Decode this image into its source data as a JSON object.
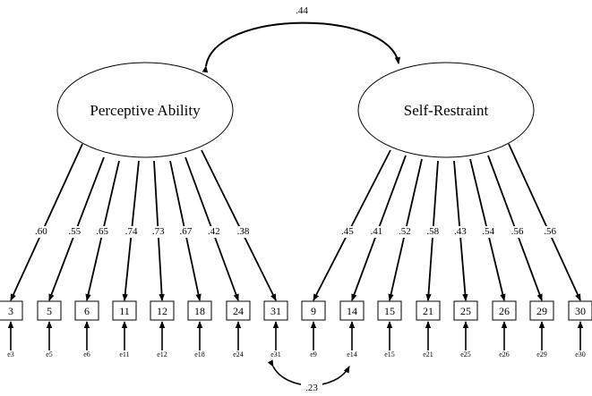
{
  "factor_correlation": ".44",
  "error_correlation": ".23",
  "factors": [
    {
      "name": "Perceptive Ability",
      "items": [
        {
          "label": "3",
          "loading": ".60",
          "error": "e3"
        },
        {
          "label": "5",
          "loading": ".55",
          "error": "e5"
        },
        {
          "label": "6",
          "loading": ".65",
          "error": "e6"
        },
        {
          "label": "11",
          "loading": ".74",
          "error": "e11"
        },
        {
          "label": "12",
          "loading": ".73",
          "error": "e12"
        },
        {
          "label": "18",
          "loading": ".67",
          "error": "e18"
        },
        {
          "label": "24",
          "loading": ".42",
          "error": "e24"
        },
        {
          "label": "31",
          "loading": ".38",
          "error": "e31"
        }
      ]
    },
    {
      "name": "Self-Restraint",
      "items": [
        {
          "label": "9",
          "loading": ".45",
          "error": "e9"
        },
        {
          "label": "14",
          "loading": ".41",
          "error": "e14"
        },
        {
          "label": "15",
          "loading": ".52",
          "error": "e15"
        },
        {
          "label": "21",
          "loading": ".58",
          "error": "e21"
        },
        {
          "label": "25",
          "loading": ".43",
          "error": "e25"
        },
        {
          "label": "26",
          "loading": ".54",
          "error": "e26"
        },
        {
          "label": "29",
          "loading": ".56",
          "error": "e29"
        },
        {
          "label": "30",
          "loading": ".56",
          "error": "e30"
        }
      ]
    }
  ]
}
